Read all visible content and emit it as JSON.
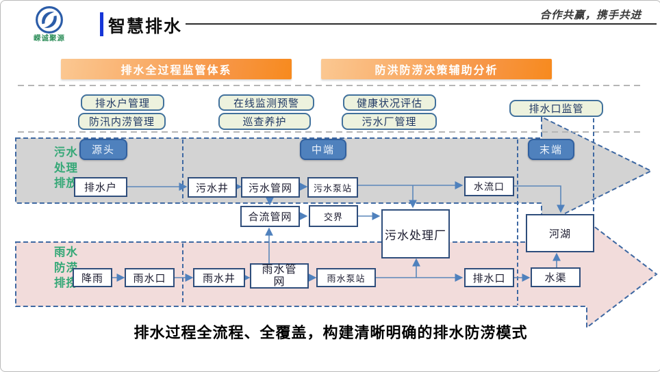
{
  "header": {
    "logo_text": "嵘诚聚源",
    "title": "智慧排水",
    "slogan": "合作共赢，携手共进"
  },
  "banners": [
    {
      "label": "排水全过程监管体系"
    },
    {
      "label": "防洪防涝决策辅助分析"
    }
  ],
  "modules": [
    {
      "label": "排水户管理"
    },
    {
      "label": "防汛内涝管理"
    },
    {
      "label": "在线监测预警"
    },
    {
      "label": "巡查养护"
    },
    {
      "label": "健康状况评估"
    },
    {
      "label": "污水厂管理"
    },
    {
      "label": "排水口监管"
    }
  ],
  "stages": {
    "source": "源头",
    "middle": "中端",
    "end": "末端"
  },
  "lanes": {
    "sewage": "污水处理排放",
    "rain": "雨水防涝排捞"
  },
  "nodes": {
    "drain_user": "排水户",
    "sewage_well": "污水井",
    "sewage_network": "污水管网",
    "sewage_pump": "污水泵站",
    "outfall_flow": "水流口",
    "combined_network": "合流管网",
    "boundary": "交界",
    "sewage_plant": "污水处理厂",
    "river_lake": "河湖",
    "rainfall": "降雨",
    "rain_inlet": "雨水口",
    "rain_well": "雨水井",
    "rain_network": "雨水管网",
    "rain_pump": "雨水泵站",
    "outlet": "排水口",
    "channel": "水渠"
  },
  "caption": "排水过程全流程、全覆盖，构建清晰明确的排水防涝模式",
  "colors": {
    "banner_orange": "#F79646",
    "stage_blue": "#4F81BD",
    "sewage_lane_fill": "#D3D3D3",
    "rain_lane_fill": "#F2DCDB",
    "lane_border_blue": "#3E68A2",
    "connector_blue": "#4F81BD",
    "module_chip_fill": "#EDF2DE",
    "module_chip_border": "#41719C",
    "lane_label_green": "#36A877",
    "accent_blue_bar": "#1636D8"
  }
}
